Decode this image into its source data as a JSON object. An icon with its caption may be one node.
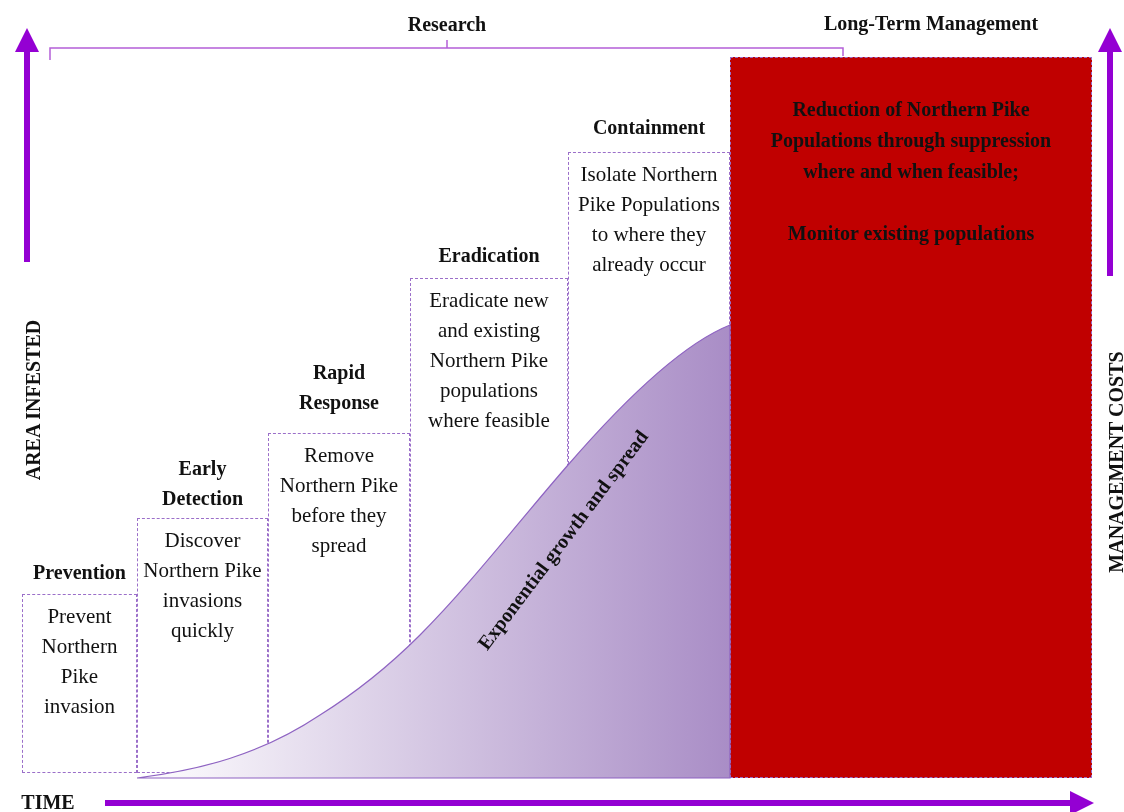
{
  "diagram": {
    "nodes": [
      {
        "text": [
          "Prevention",
          "Prevent Northern Pike invasion"
        ]
      },
      {
        "text": [
          "Early Detection",
          "Discover Northern Pike invasions quickly"
        ]
      },
      {
        "text": [
          "Rapid Response",
          "Remove Northern Pike before they spread"
        ]
      },
      {
        "text": [
          "Eradication",
          "Eradicate new and existing Northern Pike populations where feasible"
        ]
      },
      {
        "text": [
          "Containment",
          "Isolate Northern Pike Populations to where they already occur"
        ]
      },
      {
        "text": [
          "Long-Term Management",
          "Reduction of Northern Pike Populations through suppression where and when feasible;",
          "Monitor existing populations"
        ]
      }
    ],
    "labels": [
      "Research",
      "AREA INFESTED",
      "Exponential growth and spread",
      "MANAGEMENT COSTS",
      "TIME"
    ]
  }
}
